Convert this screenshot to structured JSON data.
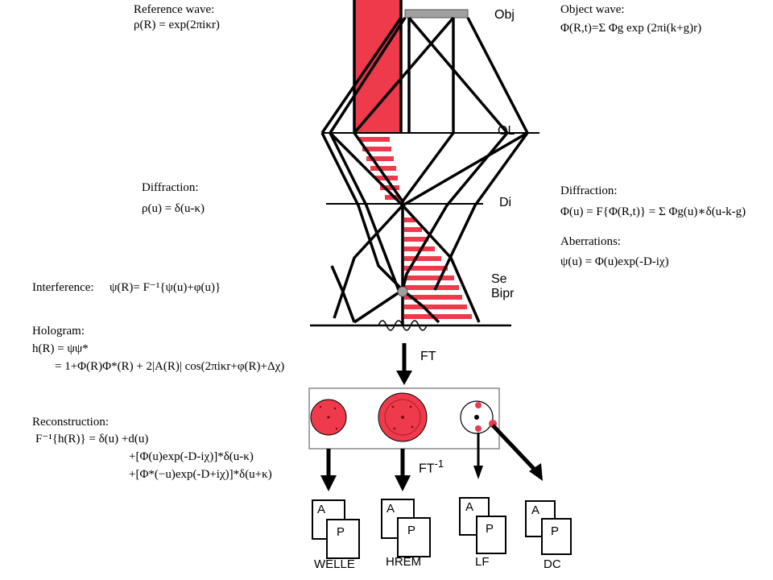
{
  "left": {
    "ref_wave_label": "Reference wave:",
    "ref_wave_eq": "ρ(R) = exp(2πiκr)",
    "diffraction_label": "Diffraction:",
    "diffraction_eq": "ρ(u) = δ(u-κ)",
    "interference_label": "Interference:",
    "interference_eq": "ψ(R)= F⁻¹{ψ(u)+φ(u)}",
    "hologram_label": "Hologram:",
    "hologram_eq1": "h(R) = ψψ*",
    "hologram_eq2": "= 1+Φ(R)Φ*(R) + 2|A(R)| cos(2πiκr+φ(R)+Δχ)",
    "reconstruction_label": "Reconstruction:",
    "reconstruction_eq1": "F⁻¹{h(R)} = δ(u) +d(u)",
    "reconstruction_eq2": "+[Φ(u)exp(-D-iχ)]*δ(u-κ)",
    "reconstruction_eq3": "+[Φ*(−u)exp(-D+iχ)]*δ(u+κ)"
  },
  "right": {
    "object_wave_label": "Object wave:",
    "object_wave_eq": "Φ(R,t)=Σ Φg exp (2πi(k+g)r)",
    "diffraction_label": "Diffraction:",
    "diffraction_eq": "Φ(u) = F{Φ(R,t)} = Σ Φg(u)∗δ(u-k-g)",
    "aberrations_label": "Aberrations:",
    "aberrations_eq": "ψ(u) = Φ(u)exp(-D-iχ)"
  },
  "planes": {
    "obj": "Obj",
    "ol": "OL",
    "di": "Di",
    "se": "Se",
    "bipr": "Bipr"
  },
  "ft": {
    "forward": "FT",
    "inverse": "FT",
    "inverse_sup": "-1"
  },
  "pages": {
    "a_letter": "A",
    "p_letter": "P",
    "labels": [
      "WELLE",
      "HREM",
      "LF",
      "DC"
    ]
  },
  "colors": {
    "red": "#ee3a4a",
    "light_red": "#f37c86",
    "gray": "#a0a0a0",
    "line": "#000000"
  }
}
